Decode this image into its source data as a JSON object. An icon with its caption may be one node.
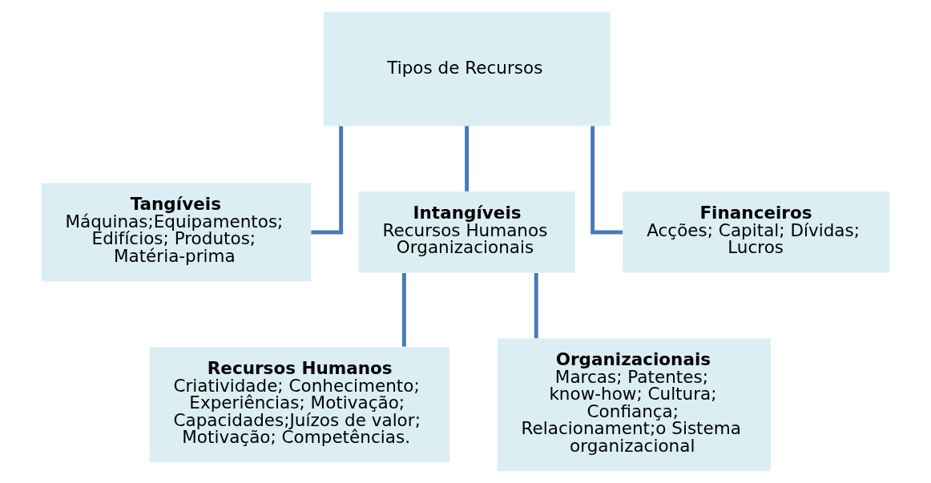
{
  "diagram": {
    "nodes": [
      {
        "text": [
          "Tipos de Recursos"
        ]
      },
      {
        "text": [
          "Tangíveis",
          "Máquinas;Equipamentos; Edifícios; Produtos; Matéria-prima"
        ]
      },
      {
        "text": [
          "Intangíveis",
          "Recursos Humanos Organizacionais"
        ]
      },
      {
        "text": [
          "Financeiros",
          "Acções; Capital; Dívidas; Lucros"
        ]
      },
      {
        "text": [
          "Recursos Humanos",
          "Criatividade; Conhecimento; Experiências; Motivação; Capacidades;Juízos de valor; Motivação; Competências."
        ]
      },
      {
        "text": [
          "Organizacionais",
          "Marcas; Patentes; know-how; Cultura; Confiança; Relacionament;o Sistema organizacional"
        ]
      }
    ],
    "edges": [
      {
        "from": 0,
        "to": 1,
        "arrow": "none"
      },
      {
        "from": 0,
        "to": 2,
        "arrow": "none"
      },
      {
        "from": 0,
        "to": 3,
        "arrow": "none"
      },
      {
        "from": 2,
        "to": 4,
        "arrow": "none"
      },
      {
        "from": 2,
        "to": 5,
        "arrow": "none"
      }
    ]
  }
}
